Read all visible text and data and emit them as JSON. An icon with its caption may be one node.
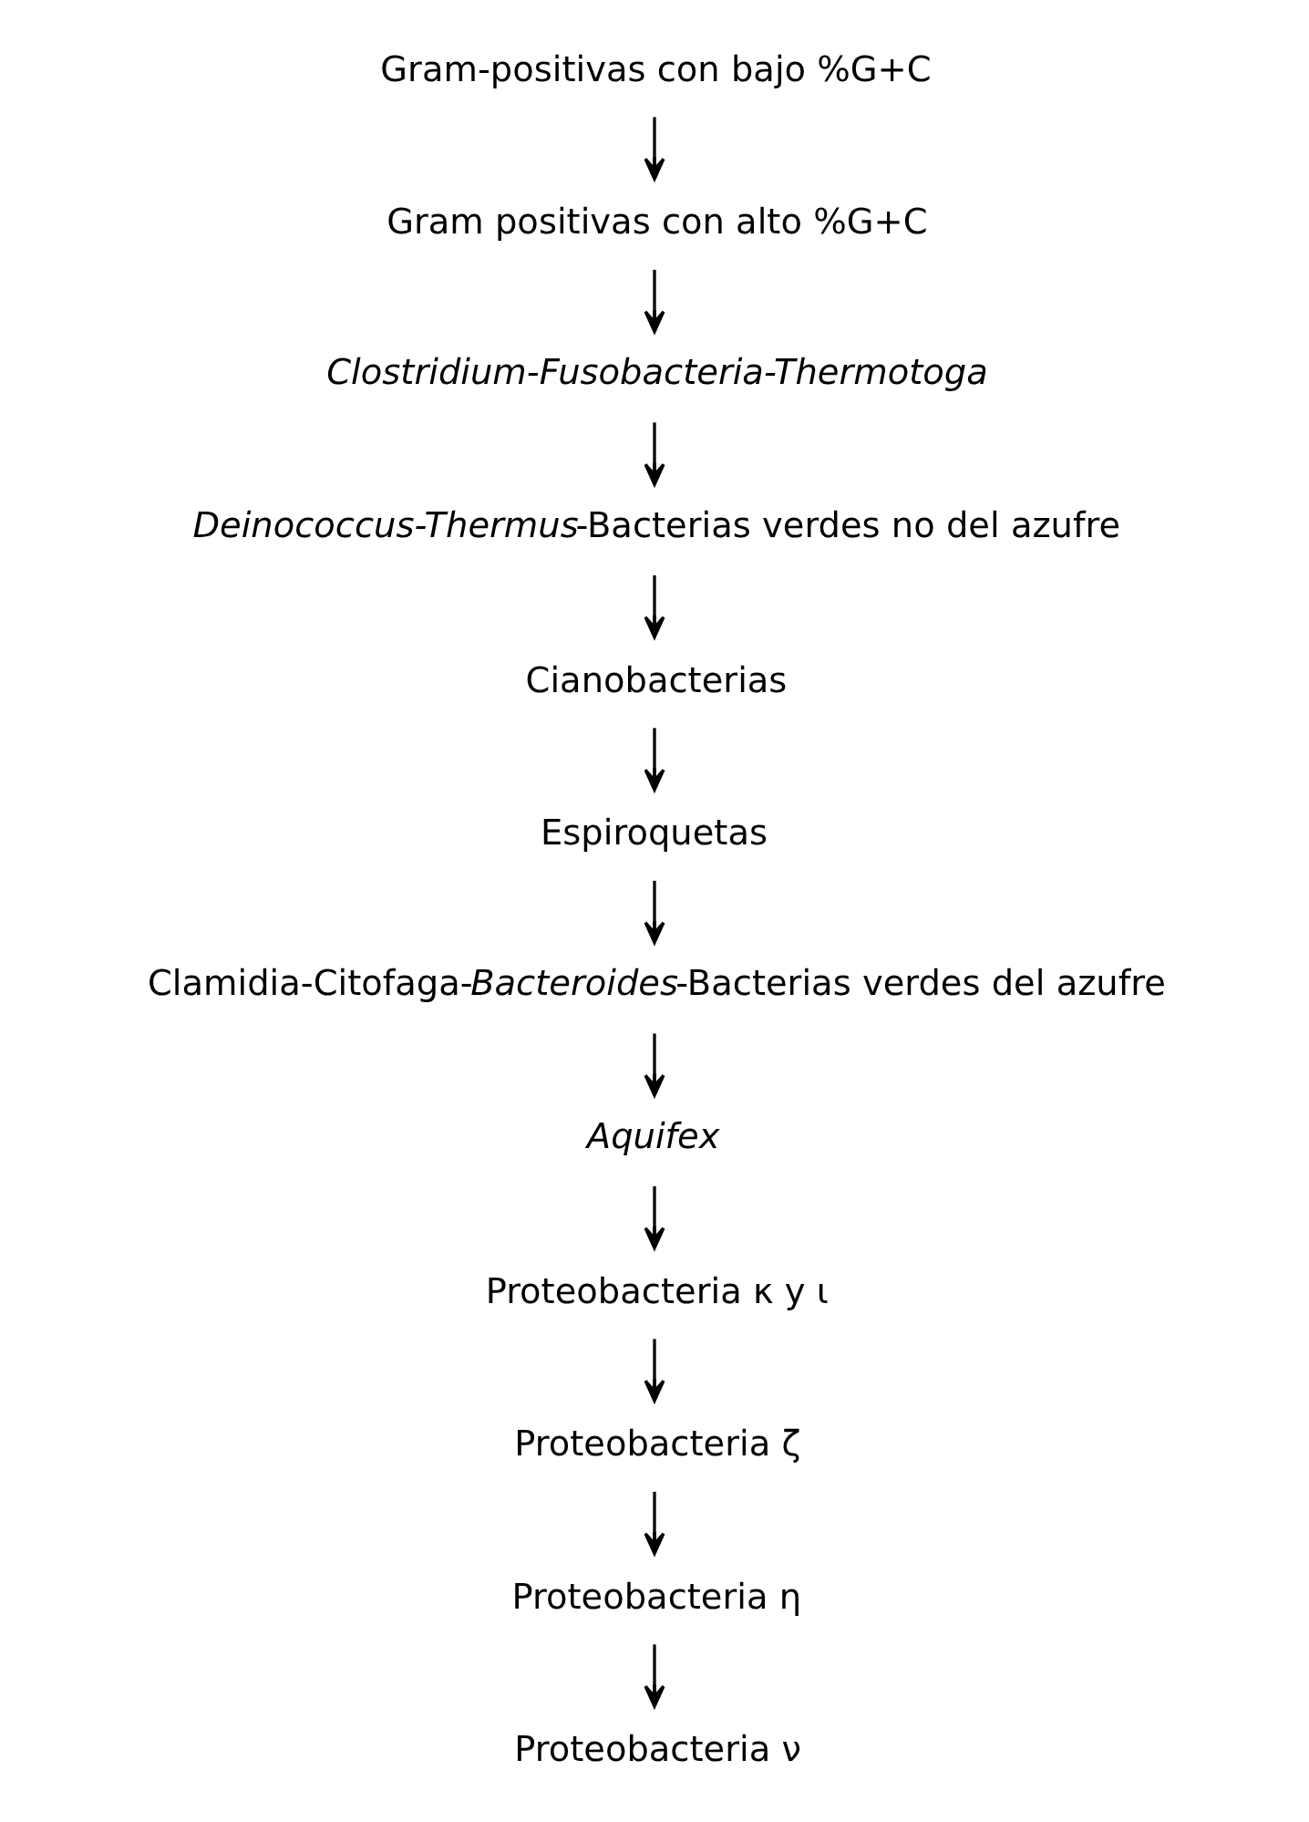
{
  "diagram": {
    "nodes": [
      {
        "text": [
          "Gram-positivas con bajo %G+C"
        ]
      },
      {
        "text": [
          "Gram positivas con alto %G+C"
        ]
      },
      {
        "text": [
          "Clostridium-Fusobacteria-Thermotoga"
        ]
      },
      {
        "text": [
          "*Deinococcus-Thermus*-Bacterias verdes no del azufre"
        ]
      },
      {
        "text": [
          "Cianobacterias"
        ]
      },
      {
        "text": [
          "Espiroquetas"
        ]
      },
      {
        "text": [
          "Clamidia-Citofaga-*Bacteroides*-Bacterias verdes del azufre"
        ]
      },
      {
        "text": [
          "Aquifex"
        ]
      },
      {
        "text": [
          "Proteobacteria κ y ι"
        ]
      },
      {
        "text": [
          "Proteobacteria ζ"
        ]
      },
      {
        "text": [
          "Proteobacteria η"
        ]
      },
      {
        "text": [
          "Proteobacteria ν"
        ]
      }
    ],
    "edges": [
      {
        "from": 0,
        "to": 1,
        "arrow": "to"
      },
      {
        "from": 1,
        "to": 2,
        "arrow": "to"
      },
      {
        "from": 2,
        "to": 3,
        "arrow": "to"
      },
      {
        "from": 3,
        "to": 4,
        "arrow": "to"
      },
      {
        "from": 4,
        "to": 5,
        "arrow": "to"
      },
      {
        "from": 5,
        "to": 6,
        "arrow": "to"
      },
      {
        "from": 6,
        "to": 7,
        "arrow": "to"
      },
      {
        "from": 7,
        "to": 8,
        "arrow": "to"
      },
      {
        "from": 8,
        "to": 9,
        "arrow": "to"
      },
      {
        "from": 9,
        "to": 10,
        "arrow": "to"
      },
      {
        "from": 10,
        "to": 11,
        "arrow": "to"
      }
    ]
  }
}
